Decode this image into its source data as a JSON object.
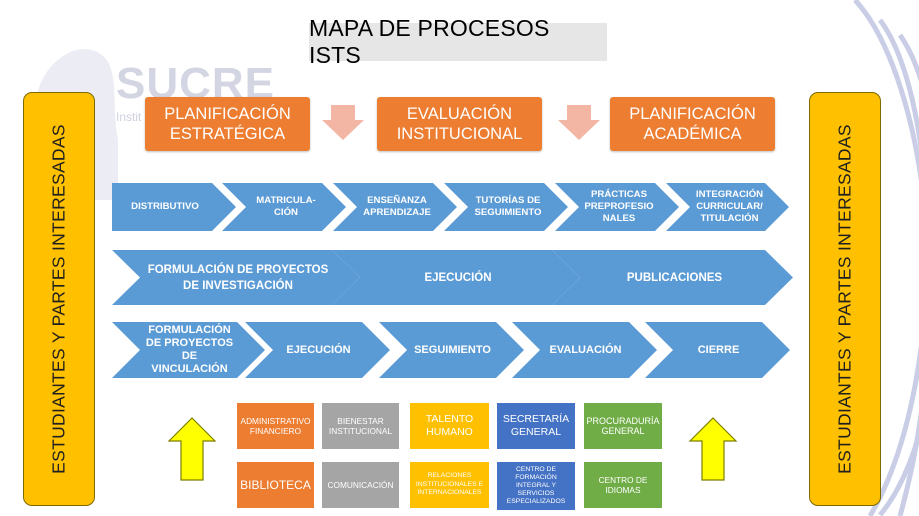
{
  "title": "MAPA DE PROCESOS ISTS",
  "watermark": {
    "word": "SUCRE",
    "sub": "Instit"
  },
  "side_label": "ESTUDIANTES Y PARTES INTERESADAS",
  "strategic": [
    {
      "l1": "PLANIFICACIÓN",
      "l2": "ESTRATÉGICA"
    },
    {
      "l1": "EVALUACIÓN",
      "l2": "INSTITUCIONAL"
    },
    {
      "l1": "PLANIFICACIÓN",
      "l2": "ACADÉMICA"
    }
  ],
  "teaching_row": [
    {
      "lines": [
        "DISTRIBUTIVO"
      ]
    },
    {
      "lines": [
        "MATRICULA-",
        "CIÓN"
      ]
    },
    {
      "lines": [
        "ENSEÑANZA",
        "APRENDIZAJE"
      ]
    },
    {
      "lines": [
        "TUTORÍAS DE",
        "SEGUIMIENTO"
      ]
    },
    {
      "lines": [
        "PRÁCTICAS",
        "PREPROFESIO",
        "NALES"
      ]
    },
    {
      "lines": [
        "INTEGRACIÓN",
        "CURRICULAR/",
        "TITULACIÓN"
      ]
    }
  ],
  "research_row": [
    {
      "lines": [
        "FORMULACIÓN DE PROYECTOS",
        "DE INVESTIGACIÓN"
      ]
    },
    {
      "lines": [
        "EJECUCIÓN"
      ]
    },
    {
      "lines": [
        "PUBLICACIONES"
      ]
    }
  ],
  "outreach_row": [
    {
      "lines": [
        "FORMULACIÓN",
        "DE PROYECTOS",
        "DE VINCULACIÓN"
      ]
    },
    {
      "lines": [
        "EJECUCIÓN"
      ]
    },
    {
      "lines": [
        "SEGUIMIENTO"
      ]
    },
    {
      "lines": [
        "EVALUACIÓN"
      ]
    },
    {
      "lines": [
        "CIERRE"
      ]
    }
  ],
  "support_top": [
    {
      "lines": [
        "ADMINISTRATIVO",
        "FINANCIERO"
      ],
      "color": "#ed7d31"
    },
    {
      "lines": [
        "BIENESTAR",
        "INSTITUCIONAL"
      ],
      "color": "#a5a5a5"
    },
    {
      "lines": [
        "TALENTO",
        "HUMANO"
      ],
      "color": "#ffc000"
    },
    {
      "lines": [
        "SECRETARÍA",
        "GENERAL"
      ],
      "color": "#4472c4"
    },
    {
      "lines": [
        "PROCURADURÍA",
        "GENERAL"
      ],
      "color": "#70ad47"
    }
  ],
  "support_bottom": [
    {
      "lines": [
        "BIBLIOTECA"
      ],
      "color": "#ed7d31"
    },
    {
      "lines": [
        "COMUNICACIÓN"
      ],
      "color": "#a5a5a5"
    },
    {
      "lines": [
        "RELACIONES",
        "INSTITUCIONALES E",
        "INTERNACIONALES"
      ],
      "color": "#ffc000"
    },
    {
      "lines": [
        "CENTRO DE",
        "FORMACIÓN",
        "INTEGRAL Y",
        "SERVICIOS",
        "ESPECIALIZADOS"
      ],
      "color": "#4472c4"
    },
    {
      "lines": [
        "CENTRO DE",
        "IDIOMAS"
      ],
      "color": "#70ad47"
    }
  ],
  "colors": {
    "strategic": "#ed7d31",
    "process": "#5b9bd5",
    "side": "#ffc000",
    "down_arrow": "#f4b6a4",
    "up_arrow": "#ffff00"
  }
}
